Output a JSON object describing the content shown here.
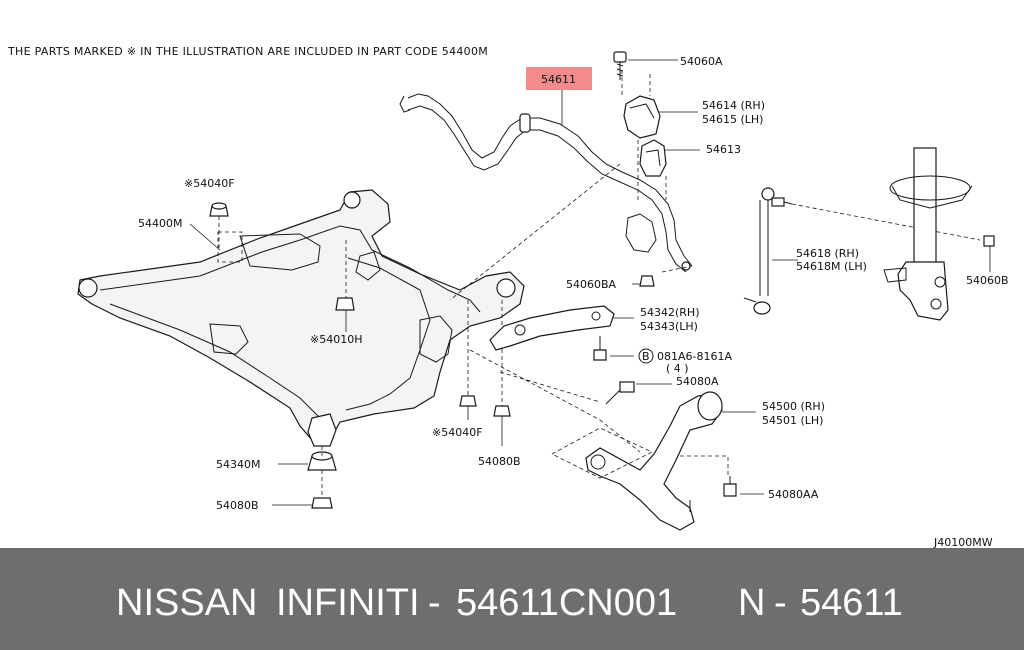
{
  "diagram": {
    "header_note": "THE PARTS MARKED ※ IN THE ILLUSTRATION ARE INCLUDED IN PART CODE 54400M",
    "highlight_color": "#f28b8b",
    "drawing_code": "J40100MW",
    "labels": {
      "p54611": "54611",
      "p54060A": "54060A",
      "p54614": "54614 (RH)",
      "p54615": "54615 (LH)",
      "p54613": "54613",
      "p54040F_top": "※54040F",
      "p54400M": "54400M",
      "p54618": "54618 (RH)",
      "p54618M": "54618M (LH)",
      "p54060B": "54060B",
      "p54060BA": "54060BA",
      "p54342": "54342(RH)",
      "p54343": "54343(LH)",
      "p54010H": "※54010H",
      "bolt_circle": "B",
      "bolt_code": "081A6-8161A",
      "bolt_qty": "( 4 )",
      "p54080A": "54080A",
      "p54500": "54500 (RH)",
      "p54501": "54501 (LH)",
      "p54340M": "54340M",
      "p54040F_bottom": "※54040F",
      "p54080B_mid": "54080B",
      "p54080B_low": "54080B",
      "p54080AA": "54080AA"
    }
  },
  "footer": {
    "background": "#6e6e6e",
    "brand_left": "NISSAN",
    "brand_right": "INFINITI",
    "separator": "-",
    "part_number": "54611CN001",
    "ref_prefix": "N",
    "ref_separator": "-",
    "ref_number": "54611"
  }
}
